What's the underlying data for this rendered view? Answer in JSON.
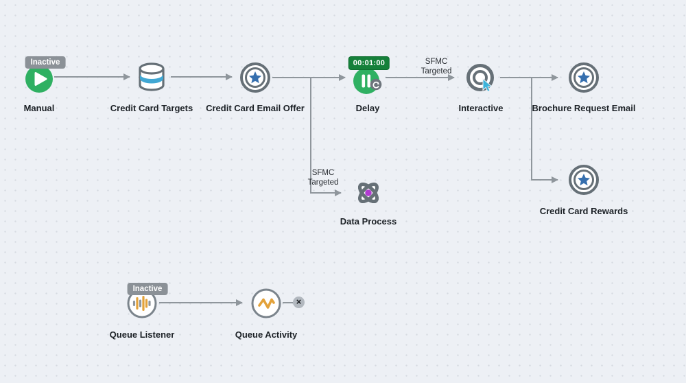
{
  "canvas": {
    "background": "#edf0f5",
    "dot_color": "#d6dae1"
  },
  "colors": {
    "connector": "#8f969c",
    "node_stroke_gray": "#667077",
    "trigger_green": "#2fb062",
    "timer_badge_green": "#15803a",
    "email_star_blue": "#366fae",
    "database_band_blue": "#41a7d3",
    "cursor_cyan": "#3cb3da",
    "queue_orange": "#e3a23a",
    "data_process_purple": "#b13bd1",
    "status_badge_gray": "#8b9197"
  },
  "nodes": {
    "manual": {
      "label": "Manual",
      "status_badge": "Inactive"
    },
    "credit_card_targets": {
      "label": "Credit Card Targets"
    },
    "credit_card_email_offer": {
      "label": "Credit Card Email Offer"
    },
    "delay": {
      "label": "Delay",
      "timer_badge": "00:01:00"
    },
    "interactive": {
      "label": "Interactive"
    },
    "brochure_request_email": {
      "label": "Brochure Request Email"
    },
    "credit_card_rewards": {
      "label": "Credit Card Rewards"
    },
    "data_process": {
      "label": "Data Process"
    },
    "queue_listener": {
      "label": "Queue Listener",
      "status_badge": "Inactive"
    },
    "queue_activity": {
      "label": "Queue Activity",
      "delete_badge": "×"
    }
  },
  "edge_labels": {
    "delay_to_interactive": "SFMC Targeted",
    "email_offer_to_data_process": "SFMC Targeted"
  },
  "icons": {
    "manual": "play-icon",
    "credit_card_targets": "database-icon",
    "credit_card_email_offer": "email-star-icon",
    "delay": "pause-icon",
    "delay_sub": "refresh-icon",
    "interactive": "target-cursor-icon",
    "brochure_request_email": "email-star-icon",
    "credit_card_rewards": "email-star-icon",
    "data_process": "atom-icon",
    "queue_listener": "audio-bars-icon",
    "queue_activity": "pulse-icon",
    "queue_activity_delete": "close-icon"
  }
}
